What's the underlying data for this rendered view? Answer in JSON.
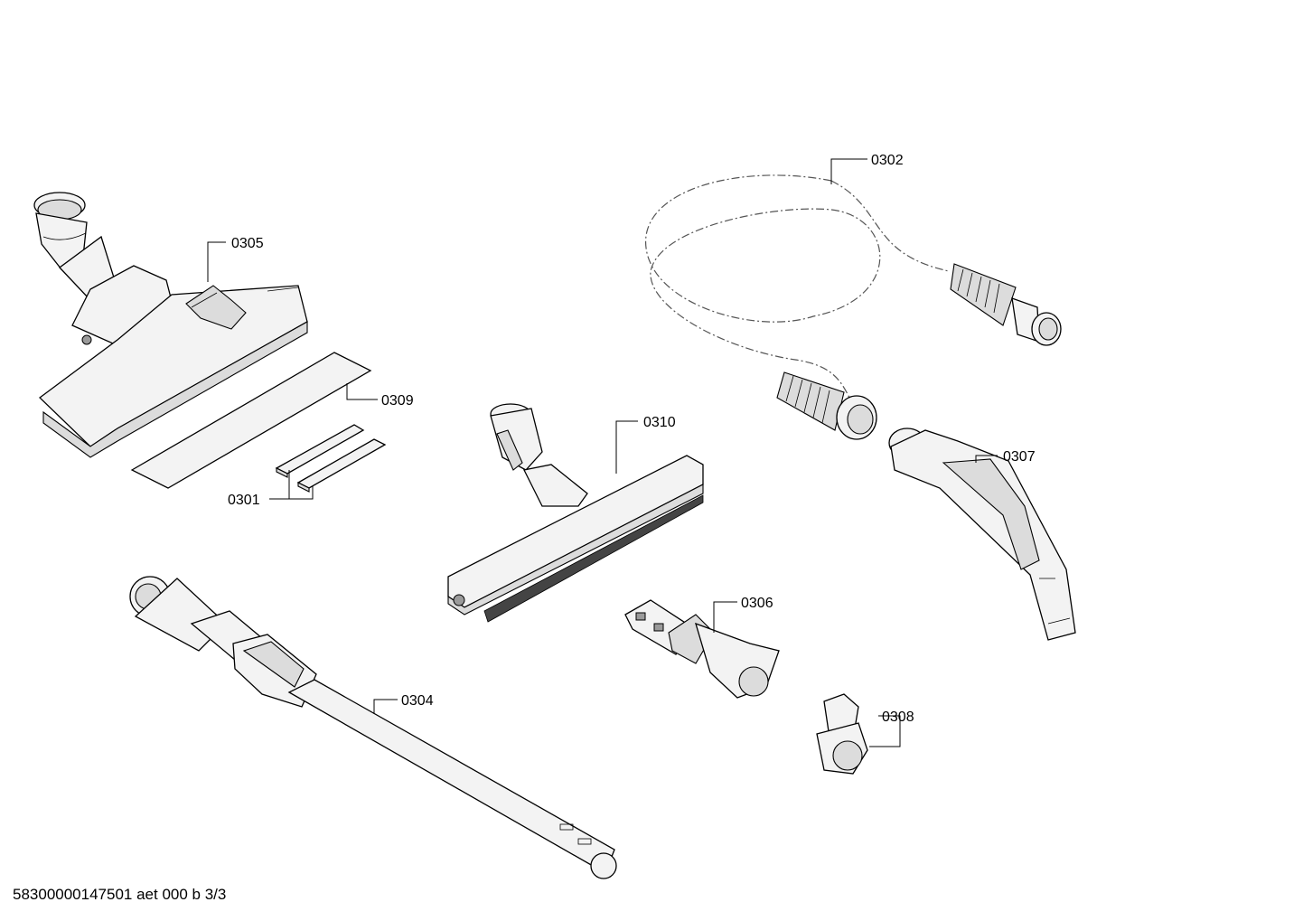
{
  "labels": {
    "p0302": "0302",
    "p0305": "0305",
    "p0309": "0309",
    "p0310": "0310",
    "p0301": "0301",
    "p0307": "0307",
    "p0306": "0306",
    "p0304": "0304",
    "p0308": "0308"
  },
  "footer": "58300000147501 aet 000 b 3/3"
}
